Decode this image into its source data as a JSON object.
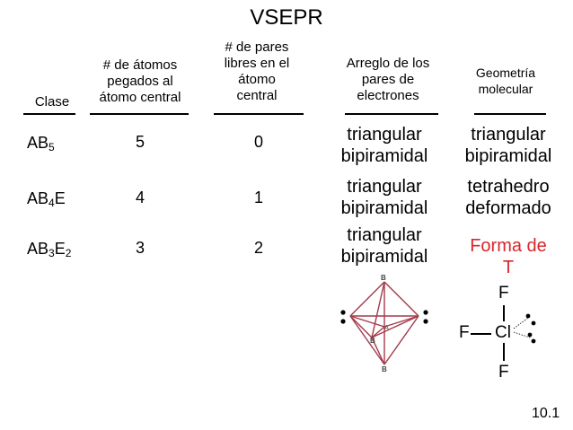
{
  "title": "VSEPR",
  "headers": {
    "clase": "Clase",
    "atomos": [
      "# de átomos",
      "pegados al",
      "átomo central"
    ],
    "pares": [
      "# de pares",
      "libres en el",
      "átomo",
      "central"
    ],
    "arreglo": [
      "Arreglo de los",
      "pares de",
      "electrones"
    ],
    "geometria": [
      "Geometría",
      "molecular"
    ]
  },
  "rows": [
    {
      "clase_main": "AB",
      "clase_sub": "5",
      "clase_mid": "",
      "clase_sub2": "",
      "atomos": "5",
      "pares": "0",
      "arreglo": [
        "triangular",
        "bipiramidal"
      ],
      "geometria": [
        "triangular",
        "bipiramidal"
      ]
    },
    {
      "clase_main": "AB",
      "clase_sub": "4",
      "clase_mid": "E",
      "clase_sub2": "",
      "atomos": "4",
      "pares": "1",
      "arreglo": [
        "triangular",
        "bipiramidal"
      ],
      "geometria": [
        "tetrahedro",
        "deformado"
      ]
    },
    {
      "clase_main": "AB",
      "clase_sub": "3",
      "clase_mid": "E",
      "clase_sub2": "2",
      "atomos": "3",
      "pares": "2",
      "arreglo": [
        "triangular",
        "bipiramidal"
      ],
      "geometria": [
        "Forma de",
        "T"
      ]
    }
  ],
  "diagram_labels": {
    "b": "B",
    "a": "A"
  },
  "lewis": {
    "top": "F",
    "left": "F",
    "center": "Cl",
    "bottom": "F"
  },
  "colors": {
    "accent": "#d9262b",
    "bond": "#a33a4a"
  },
  "slide_number": "10.1"
}
